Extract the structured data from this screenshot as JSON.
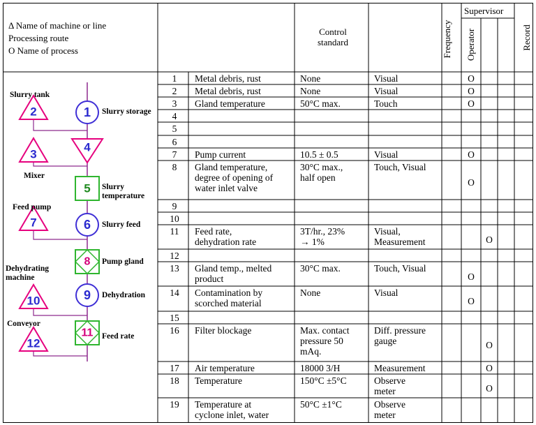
{
  "header": {
    "legend": [
      "Δ Name of machine or line",
      "Processing route",
      "O Name of process"
    ],
    "control_standard": [
      "Control",
      "standard"
    ],
    "frequency": "Frequency",
    "supervisor": "Supervisor",
    "operator": "Operator",
    "record": "Record"
  },
  "rows": [
    {
      "no": "1",
      "item": [
        "Metal debris, rust"
      ],
      "standard": [
        "None"
      ],
      "method": [
        "Visual"
      ],
      "op": "O",
      "sup": ""
    },
    {
      "no": "2",
      "item": [
        "Metal debris, rust"
      ],
      "standard": [
        "None"
      ],
      "method": [
        "Visual"
      ],
      "op": "O",
      "sup": ""
    },
    {
      "no": "3",
      "item": [
        "Gland temperature"
      ],
      "standard": [
        "50°C max."
      ],
      "method": [
        "Touch"
      ],
      "op": "O",
      "sup": ""
    },
    {
      "no": "4",
      "item": [],
      "standard": [],
      "method": [],
      "op": "",
      "sup": ""
    },
    {
      "no": "5",
      "item": [],
      "standard": [],
      "method": [],
      "op": "",
      "sup": ""
    },
    {
      "no": "6",
      "item": [],
      "standard": [],
      "method": [],
      "op": "",
      "sup": ""
    },
    {
      "no": "7",
      "item": [
        "Pump current"
      ],
      "standard": [
        "10.5 ± 0.5"
      ],
      "method": [
        "Visual"
      ],
      "op": "O",
      "sup": ""
    },
    {
      "no": "8",
      "item": [
        "Gland temperature,",
        "degree of opening of",
        "water inlet valve"
      ],
      "standard": [
        "30°C max.,",
        "half open"
      ],
      "method": [
        "Touch, Visual"
      ],
      "op": "O",
      "sup": ""
    },
    {
      "no": "9",
      "item": [],
      "standard": [],
      "method": [],
      "op": "",
      "sup": ""
    },
    {
      "no": "10",
      "item": [],
      "standard": [],
      "method": [],
      "op": "",
      "sup": ""
    },
    {
      "no": "11",
      "item": [
        "Feed rate,",
        "dehydration rate"
      ],
      "standard": [
        "3T/hr., 23%",
        "→ 1%"
      ],
      "method": [
        "Visual,",
        "Measurement"
      ],
      "op": "",
      "sup": "O"
    },
    {
      "no": "12",
      "item": [],
      "standard": [],
      "method": [],
      "op": "",
      "sup": ""
    },
    {
      "no": "13",
      "item": [
        "Gland temp., melted",
        "product"
      ],
      "standard": [
        "30°C max."
      ],
      "method": [
        "Touch, Visual"
      ],
      "op": "O",
      "sup": ""
    },
    {
      "no": "14",
      "item": [
        "Contamination by",
        "scorched material"
      ],
      "standard": [
        "None"
      ],
      "method": [
        "Visual"
      ],
      "op": "O",
      "sup": ""
    },
    {
      "no": "15",
      "item": [],
      "standard": [],
      "method": [],
      "op": "",
      "sup": ""
    },
    {
      "no": "16",
      "item": [
        "Filter blockage"
      ],
      "standard": [
        "Max. contact",
        "pressure 50",
        "mAq."
      ],
      "method": [
        "Diff. pressure",
        "gauge"
      ],
      "op": "",
      "sup": "O"
    },
    {
      "no": "17",
      "item": [
        "Air temperature"
      ],
      "standard": [
        "18000 3/H"
      ],
      "method": [
        "Measurement"
      ],
      "op": "",
      "sup": "O"
    },
    {
      "no": "18",
      "item": [
        "Temperature"
      ],
      "standard": [
        "150°C ±5°C"
      ],
      "method": [
        "Observe",
        "meter"
      ],
      "op": "",
      "sup": "O"
    },
    {
      "no": "19",
      "item": [
        "Temperature at",
        "cyclone inlet, water"
      ],
      "standard": [
        "50°C ±1°C"
      ],
      "method": [
        "Observe",
        "meter"
      ],
      "op": "",
      "sup": ""
    }
  ],
  "diagram": {
    "machines": [
      {
        "num": "2",
        "label": "Slurry tank"
      },
      {
        "num": "3",
        "label": "Mixer"
      },
      {
        "num": "7",
        "label": "Feed pump"
      },
      {
        "num": "10",
        "label": "Dehydrating machine"
      },
      {
        "num": "12",
        "label": "Conveyor"
      }
    ],
    "processes": [
      {
        "num": "1",
        "shape": "circle",
        "label": "Slurry storage"
      },
      {
        "num": "4",
        "shape": "triangle-down",
        "label": ""
      },
      {
        "num": "5",
        "shape": "square",
        "label": "Slurry temperature"
      },
      {
        "num": "6",
        "shape": "circle",
        "label": "Slurry feed"
      },
      {
        "num": "8",
        "shape": "square-diamond",
        "label": "Pump gland"
      },
      {
        "num": "9",
        "shape": "circle",
        "label": "Dehydration"
      },
      {
        "num": "11",
        "shape": "square-diamond",
        "label": "Feed rate"
      }
    ],
    "colors": {
      "machine": "#e6007e",
      "process_circle": "#3f2fd6",
      "process_square": "#2fb52f",
      "flow": "#8e2a8e",
      "text_blue": "#2a2acf",
      "text_green": "#1f8a1f",
      "text_pink": "#d4007a"
    }
  }
}
